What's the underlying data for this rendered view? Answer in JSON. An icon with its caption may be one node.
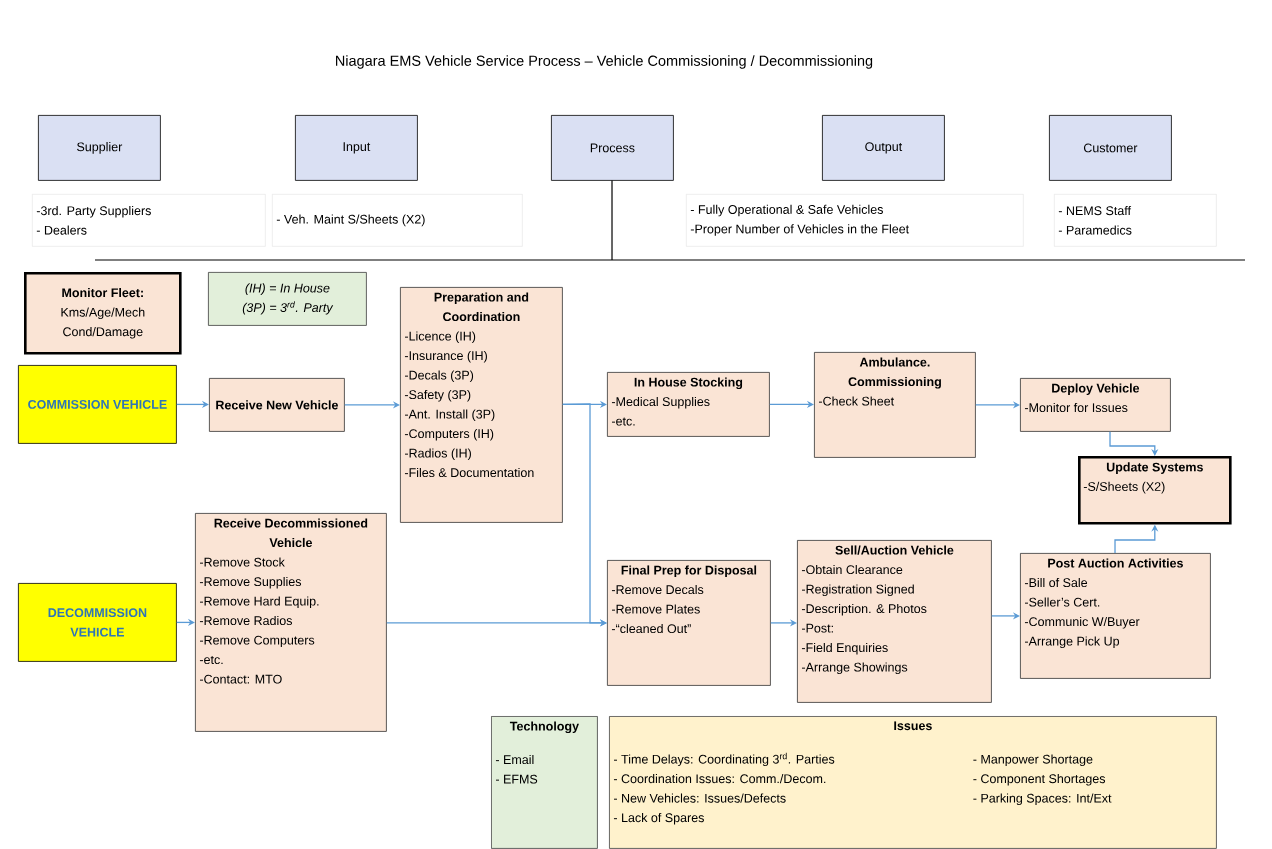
{
  "diagram": {
    "title": "Niagara EMS Vehicle Service Process – Vehicle Commissioning / Decommissioning",
    "nodes": [
      {
        "text": [
          "Supplier"
        ]
      },
      {
        "text": [
          "Input"
        ]
      },
      {
        "text": [
          "Process"
        ]
      },
      {
        "text": [
          "Output"
        ]
      },
      {
        "text": [
          "Customer"
        ]
      },
      {
        "text": [
          "-3rd. Party Suppliers",
          "- Dealers"
        ]
      },
      {
        "text": [
          "- Veh. Maint S/Sheets (X2)"
        ]
      },
      {
        "text": [
          "- Fully Operational & Safe Vehicles",
          "-Proper Number of Vehicles in the Fleet"
        ]
      },
      {
        "text": [
          "- NEMS Staff",
          "- Paramedics"
        ]
      },
      {
        "text": [
          "Monitor Fleet:",
          "Kms/Age/Mech Cond/Damage"
        ]
      },
      {
        "text": [
          "(IH) = In House",
          "(3P) = 3$^{rd}$. Party"
        ]
      },
      {
        "text": [
          "Preparation and Coordination",
          "-Licence (IH)",
          "-Insurance (IH)",
          "-Decals (3P)",
          "-Safety (3P)",
          "-Ant. Install (3P)",
          "-Computers (IH)",
          "-Radios (IH)",
          "-Files & Documentation"
        ]
      },
      {
        "text": [
          "COMMISSION VEHICLE"
        ]
      },
      {
        "text": [
          "Receive New Vehicle"
        ]
      },
      {
        "text": [
          "In House Stocking",
          "-Medical Supplies",
          "-etc."
        ]
      },
      {
        "text": [
          "Ambulance. Commissioning",
          "-Check Sheet"
        ]
      },
      {
        "text": [
          "Deploy Vehicle",
          "-Monitor for Issues"
        ]
      },
      {
        "text": [
          "Update Systems",
          "-S/Sheets (X2)"
        ]
      },
      {
        "text": [
          "Receive Decommissioned Vehicle",
          "-Remove Stock",
          "-Remove Supplies",
          "-Remove Hard Equip.",
          "-Remove Radios",
          "-Remove Computers",
          "-etc.",
          "-Contact: MTO"
        ]
      },
      {
        "text": [
          "DECOMMISSION VEHICLE"
        ]
      },
      {
        "text": [
          "Final Prep for Disposal",
          "-Remove Decals",
          "-Remove Plates",
          "-“cleaned Out”"
        ]
      },
      {
        "text": [
          "Sell/Auction Vehicle",
          "-Obtain Clearance",
          "-Registration Signed",
          "-Description. & Photos",
          "-Post:",
          "-Field Enquiries",
          "-Arrange Showings"
        ]
      },
      {
        "text": [
          "Post Auction Activities",
          "-Bill of Sale",
          "-Seller’s Cert.",
          "-Communic W/Buyer",
          "-Arrange Pick Up"
        ]
      },
      {
        "text": [
          "Technology",
          "- Email",
          "- EFMS"
        ]
      },
      {
        "text": [
          "Issues",
          "- Time Delays: Coordinating 3$^{rd}$. Parties",
          "- Coordination Issues: Comm./Decom.",
          "- New Vehicles: Issues/Defects",
          "- Lack of Spares",
          "- Manpower Shortage",
          "- Component Shortages",
          "- Parking Spaces: Int/Ext"
        ]
      }
    ],
    "edges": [
      {
        "from": 12,
        "to": 13,
        "arrow": "to"
      },
      {
        "from": 13,
        "to": 11,
        "arrow": "to"
      },
      {
        "from": 11,
        "to": 14,
        "arrow": "to"
      },
      {
        "from": 11,
        "to": 20,
        "arrow": "to"
      },
      {
        "from": 19,
        "to": 18,
        "arrow": "to"
      },
      {
        "from": 18,
        "to": 20,
        "arrow": "to"
      },
      {
        "from": 14,
        "to": 15,
        "arrow": "to"
      },
      {
        "from": 15,
        "to": 16,
        "arrow": "to"
      },
      {
        "from": 16,
        "to": 17,
        "arrow": "to"
      },
      {
        "from": 20,
        "to": 21,
        "arrow": "to"
      },
      {
        "from": 21,
        "to": 22,
        "arrow": "to"
      },
      {
        "from": 22,
        "to": 17,
        "arrow": "to"
      }
    ]
  }
}
